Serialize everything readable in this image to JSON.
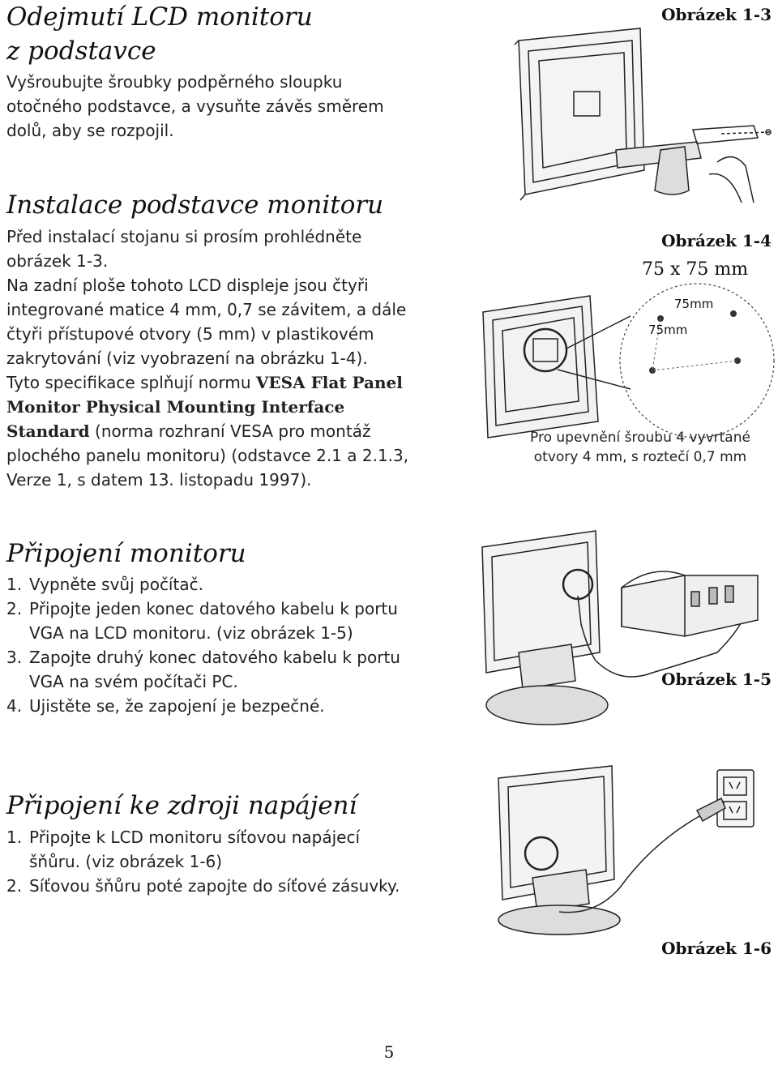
{
  "sections": {
    "remove_stand": {
      "title_line1": "Odejmutí LCD monitoru",
      "title_line2": "z podstavce",
      "body": [
        "Vyšroubujte šroubky podpěrného sloupku",
        "otočného podstavce, a vysuňte závěs směrem",
        "dolů, aby se rozpojil."
      ]
    },
    "install_stand": {
      "title": "Instalace podstavce monitoru",
      "lines": [
        "Před instalací stojanu si prosím prohlédněte",
        "obrázek 1-3.",
        "Na zadní ploše tohoto LCD displeje jsou čtyři",
        "integrované matice 4 mm, 0,7 se závitem, a dále",
        "čtyři přístupové otvory (5 mm) v plastikovém",
        "zakrytování (viz vyobrazení na obrázku 1-4)."
      ],
      "vesa_prefix": "Tyto specifikace splňují normu",
      "vesa_bold_1": "VESA Flat Panel",
      "vesa_bold_2": "Monitor Physical Mounting Interface",
      "vesa_bold_3": "Standard",
      "vesa_rest_3": " (norma rozhraní VESA pro montáž",
      "vesa_line_4": "plochého panelu monitoru) (odstavce 2.1 a 2.1.3,",
      "vesa_line_5": "Verze 1, s datem 13. listopadu 1997)."
    },
    "connect_monitor": {
      "title": "Připojení monitoru",
      "steps": [
        {
          "num": "1.",
          "lines": [
            "Vypněte svůj počítač."
          ]
        },
        {
          "num": "2.",
          "lines": [
            "Připojte jeden konec datového kabelu k portu",
            "VGA na LCD monitoru. (viz obrázek 1-5)"
          ]
        },
        {
          "num": "3.",
          "lines": [
            "Zapojte druhý konec datového kabelu k portu",
            "VGA na svém počítači PC."
          ]
        },
        {
          "num": "4.",
          "lines": [
            "Ujistěte se, že zapojení je bezpečné."
          ]
        }
      ]
    },
    "connect_power": {
      "title": "Připojení ke zdroji napájení",
      "steps": [
        {
          "num": "1.",
          "lines": [
            "Připojte k LCD monitoru síťovou napájecí",
            "šňůru. (viz obrázek 1-6)"
          ]
        },
        {
          "num": "2.",
          "lines": [
            "Síťovou šňůru poté zapojte do síťové zásuvky."
          ]
        }
      ]
    }
  },
  "figures": {
    "fig13": {
      "label": "Obrázek 1-3"
    },
    "fig14": {
      "label": "Obrázek 1-4",
      "dimension": "75 x 75 mm",
      "dim_h": "75mm",
      "dim_v": "75mm",
      "caption": [
        "Pro upevnění šroubu 4 vyvrtané",
        "otvory 4 mm, s roztečí 0,7 mm"
      ]
    },
    "fig15": {
      "label": "Obrázek 1-5"
    },
    "fig16": {
      "label": "Obrázek 1-6"
    }
  },
  "page_number": "5"
}
